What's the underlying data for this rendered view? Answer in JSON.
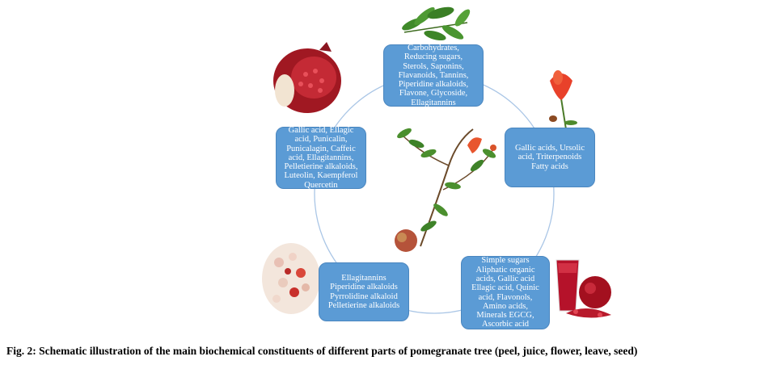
{
  "boxes": {
    "top": "Carbohydrates,\nReducing sugars,\nSterols, Saponins,\nFlavanoids, Tannins,\nPiperidine alkaloids,\nFlavone, Glycoside,\nEllagitannins",
    "right": "Gallic acids, Ursolic\nacid, Triterpenoids\nFatty acids",
    "bottom_right": "Simple sugars\nAliphatic organic\nacids, Gallic acid\nEllagic acid, Quinic\nacid, Flavonols,\nAmino acids,\nMinerals EGCG,\nAscorbic acid",
    "bottom_left": "Ellagitannins\nPiperidine alkaloids\nPyrrolidine alkaloid\nPelletierine alkaloids",
    "left": "Gallic acid, Ellagic\nacid, Punicalin,\nPunicalagin, Caffeic\nacid, Ellagitannins,\nPelletierine alkaloids,\nLuteolin, Kaempferol\nQuercetin"
  },
  "caption": "Fig. 2: Schematic illustration of the main biochemical constituents of different parts of pomegranate tree (peel, juice, flower, leave, seed)",
  "colors": {
    "box_fill": "#5b9bd5",
    "circle": "#aac6e6",
    "box_text": "#ffffff"
  }
}
